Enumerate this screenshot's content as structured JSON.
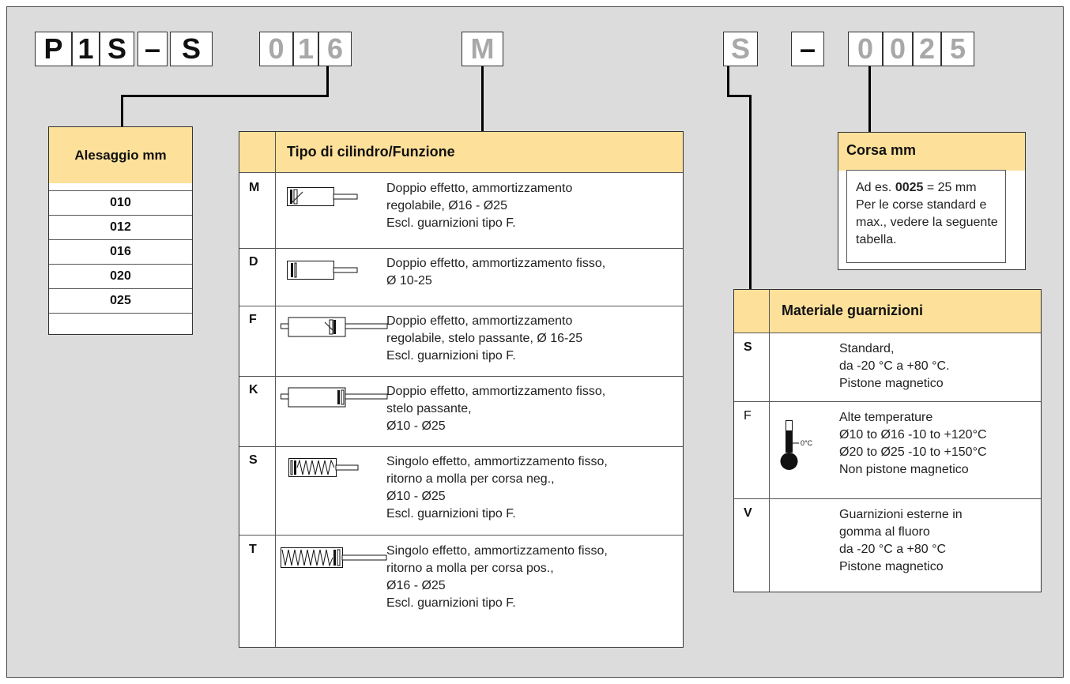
{
  "code": {
    "prefix": [
      "P",
      "1",
      "S",
      "–",
      "S"
    ],
    "bore_digits": [
      "0",
      "1",
      "6"
    ],
    "type": "M",
    "seal": "S",
    "dash": "–",
    "stroke_digits": [
      "0",
      "0",
      "2",
      "5"
    ]
  },
  "bore_table": {
    "header": "Alesaggio mm",
    "values": [
      "010",
      "012",
      "016",
      "020",
      "025"
    ]
  },
  "type_table": {
    "header": "Tipo di cilindro/Funzione",
    "rows": [
      {
        "letter": "M",
        "icon": "cylinder-adjustable-cushion-icon",
        "lines": [
          "Doppio effetto, ammortizzamento",
          "regolabile, Ø16 - Ø25",
          "Escl. guarnizioni tipo F."
        ]
      },
      {
        "letter": "D",
        "icon": "cylinder-fixed-cushion-icon",
        "lines": [
          "Doppio effetto, ammortizzamento fisso,",
          "Ø 10-25"
        ]
      },
      {
        "letter": "F",
        "icon": "cylinder-through-rod-adjustable-icon",
        "lines": [
          "Doppio effetto, ammortizzamento",
          "regolabile, stelo passante, Ø 16-25",
          "Escl. guarnizioni tipo F."
        ]
      },
      {
        "letter": "K",
        "icon": "cylinder-through-rod-fixed-icon",
        "lines": [
          "Doppio effetto, ammortizzamento fisso,",
          "stelo passante,",
          "Ø10 - Ø25"
        ]
      },
      {
        "letter": "S",
        "icon": "cylinder-spring-return-icon",
        "lines": [
          "Singolo effetto, ammortizzamento fisso,",
          "ritorno a molla per corsa neg.,",
          "Ø10 - Ø25",
          "Escl. guarnizioni tipo F."
        ]
      },
      {
        "letter": "T",
        "icon": "cylinder-spring-extend-icon",
        "lines": [
          "Singolo effetto, ammortizzamento fisso,",
          "ritorno a molla per corsa pos.,",
          "Ø16 - Ø25",
          "Escl. guarnizioni tipo F."
        ]
      }
    ]
  },
  "stroke_table": {
    "header": "Corsa mm",
    "example_prefix": "Ad es. ",
    "example_code": "0025",
    "example_suffix": " = 25 mm",
    "lines": [
      "Per le corse standard e",
      "max., vedere la seguente",
      "tabella."
    ]
  },
  "seal_table": {
    "header": "Materiale guarnizioni",
    "rows": [
      {
        "letter": "S",
        "lines": [
          "Standard,",
          "da -20 °C a +80 °C.",
          "Pistone magnetico"
        ]
      },
      {
        "letter": "F",
        "icon": "thermometer-icon",
        "icon_label": "0°C",
        "lines": [
          "Alte temperature",
          "Ø10 to Ø16 -10 to +120°C",
          "Ø20 to Ø25 -10 to +150°C",
          "Non pistone magnetico"
        ]
      },
      {
        "letter": "V",
        "lines": [
          "Guarnizioni esterne in",
          "gomma al fluoro",
          "da -20 °C a +80 °C",
          "Pistone magnetico"
        ]
      }
    ]
  }
}
